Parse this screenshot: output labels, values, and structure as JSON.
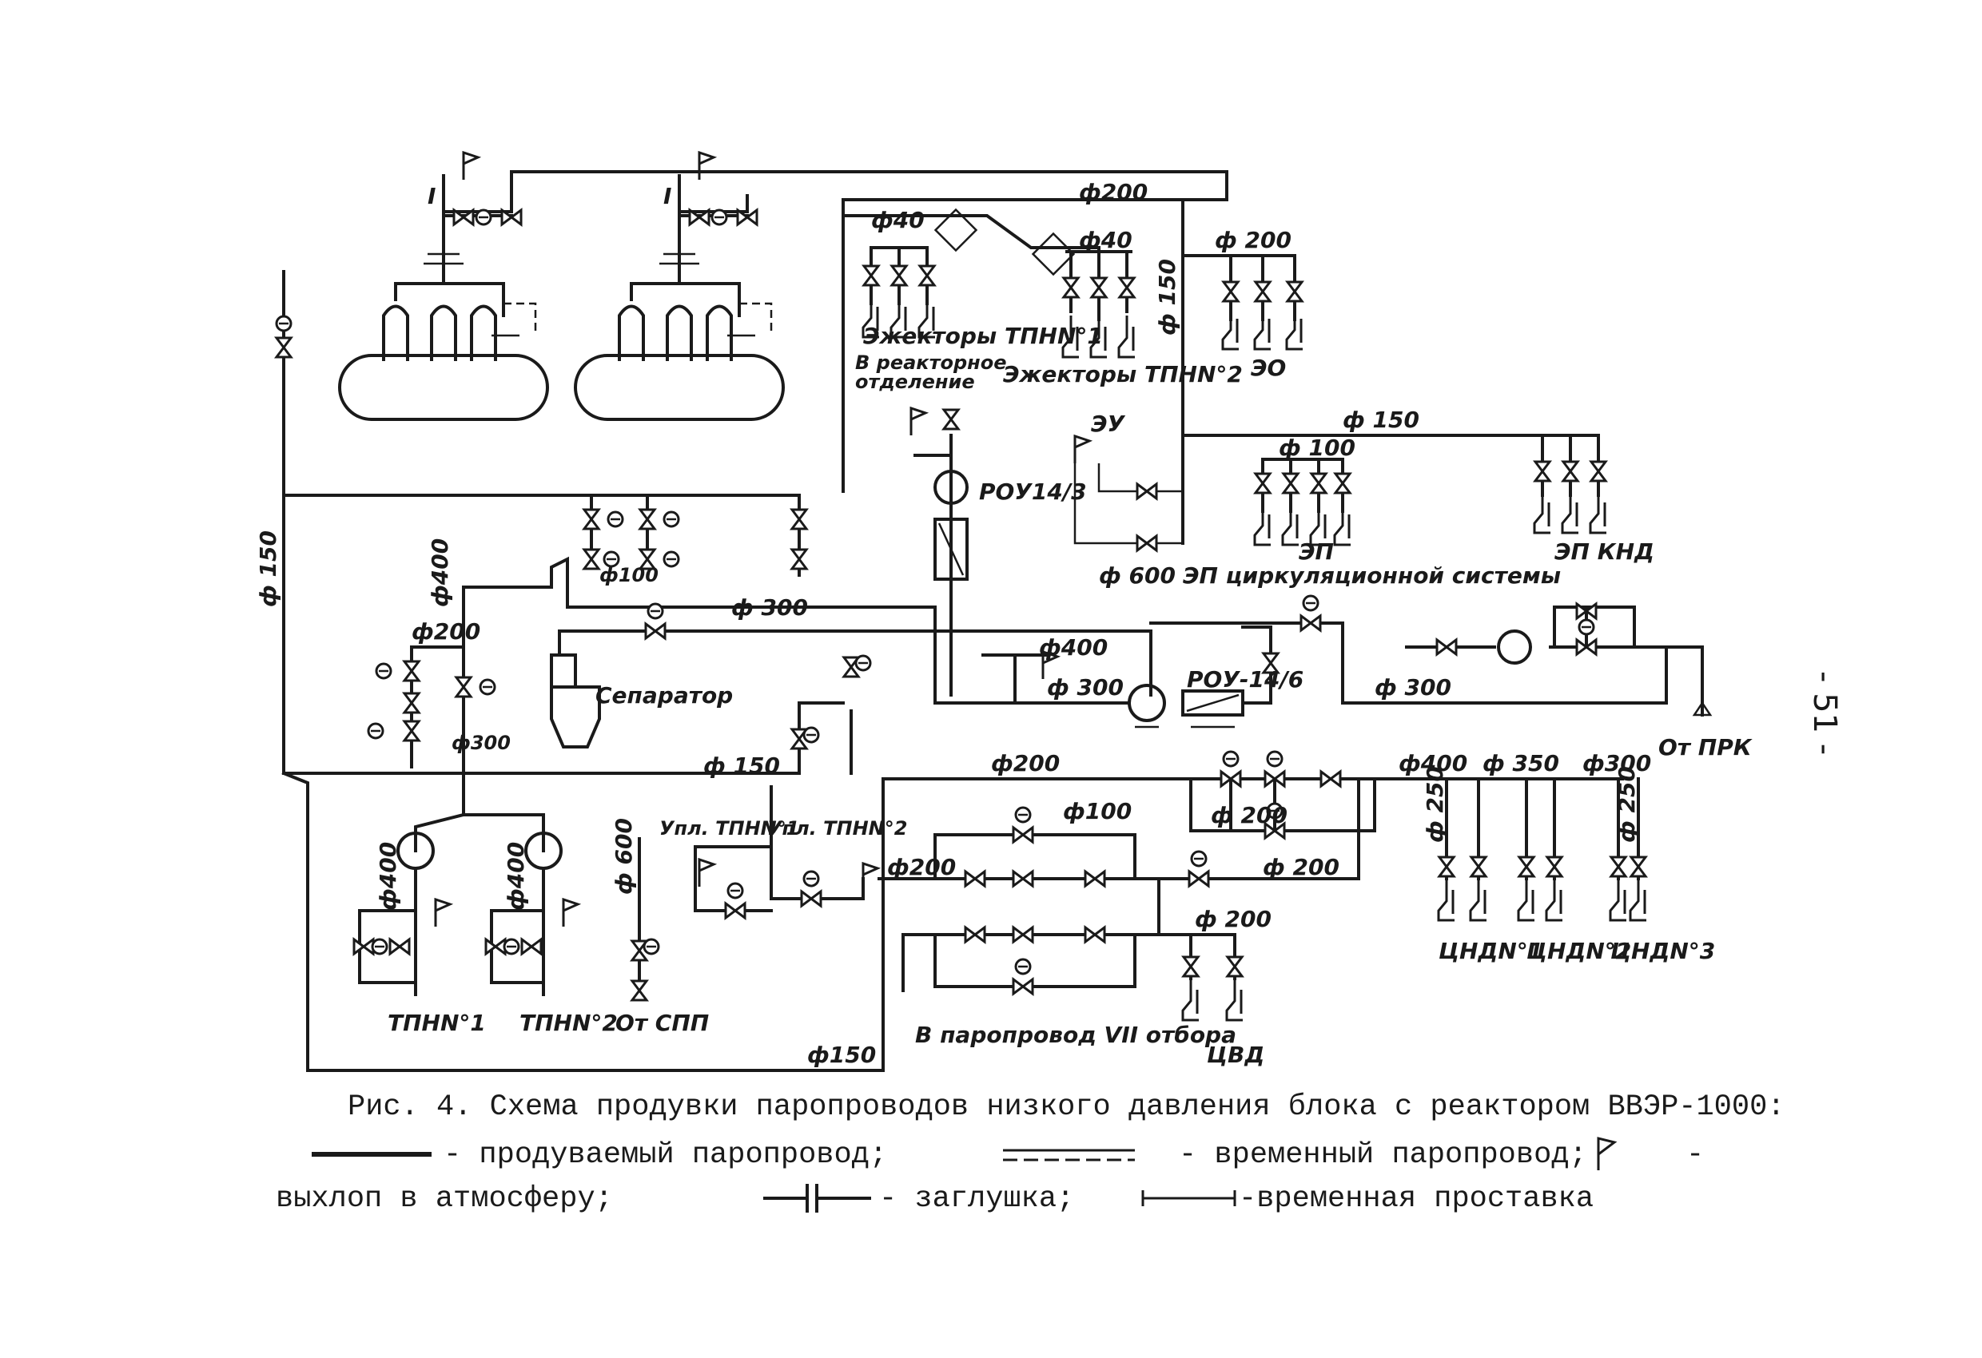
{
  "page_number": "- 51 -",
  "labels": {
    "d200_top": "ф200",
    "d40_a": "ф40",
    "d40_b": "ф40",
    "d200_eo": "ф 200",
    "d150_v": "ф 150",
    "ejectors1": "Эжекторы ТПНN°1",
    "ejectors2": "Эжекторы ТПНN°2",
    "reactor_dept_1": "В реакторное",
    "reactor_dept_2": "отделение",
    "eo": "ЭО",
    "rou143": "РОУ14/3",
    "eu": "ЭУ",
    "d150_ep": "ф 150",
    "d100_ep": "ф 100",
    "ep": "ЭП",
    "ep_knd": "ЭП КНД",
    "d600_circ": "ф 600",
    "ep_circ": "ЭП циркуляционной системы",
    "d150_left": "ф 150",
    "d400_a": "ф400",
    "d200_sep": "ф200",
    "d100_mid": "ф100",
    "d300_mid": "ф 300",
    "d300_ring": "ф300",
    "separator": "Сепаратор",
    "d400_rou": "ф400",
    "rou146": "РОУ-14/6",
    "d300_rou": "ф 300",
    "d300_right": "ф 300",
    "ot_prk": "От ПРК",
    "d150_bot": "ф 150",
    "d200_main": "ф200",
    "d400_r": "ф400",
    "d350": "ф 350",
    "d300_r": "ф300",
    "d100_low": "ф100",
    "d200_low": "ф 200",
    "d250_a": "ф 250",
    "d250_b": "ф 250",
    "upl1": "Упл. ТПНN°1",
    "upl2": "Упл. ТПНN°2",
    "d600_spp": "ф 600",
    "d400_p1": "ф400",
    "d400_p2": "ф400",
    "d200_left2": "ф200",
    "d200_mid2": "ф 200",
    "d200_cvd": "ф 200",
    "tpn1": "ТПНN°1",
    "tpn2": "ТПНN°2",
    "ot_spp": "От СПП",
    "vp_otbor": "В паропровод VII отбора",
    "cvd": "ЦВД",
    "cnd1": "ЦНДN°1",
    "cnd2": "ЦНДN°2",
    "cnd3": "ЦНДN°3",
    "d150_floor": "ф150",
    "roman1": "I",
    "roman2": "I"
  },
  "caption": {
    "title": "Рис. 4. Схема продувки паропроводов низкого давления блока с реактором ВВЭР-1000:",
    "legend1": "- продуваемый паропровод;",
    "legend2": "- временный паропровод;",
    "legend3": "-",
    "legend4": "выхлоп в атмосферу;",
    "legend5": "- заглушка;",
    "legend6": "-временная проставка"
  }
}
